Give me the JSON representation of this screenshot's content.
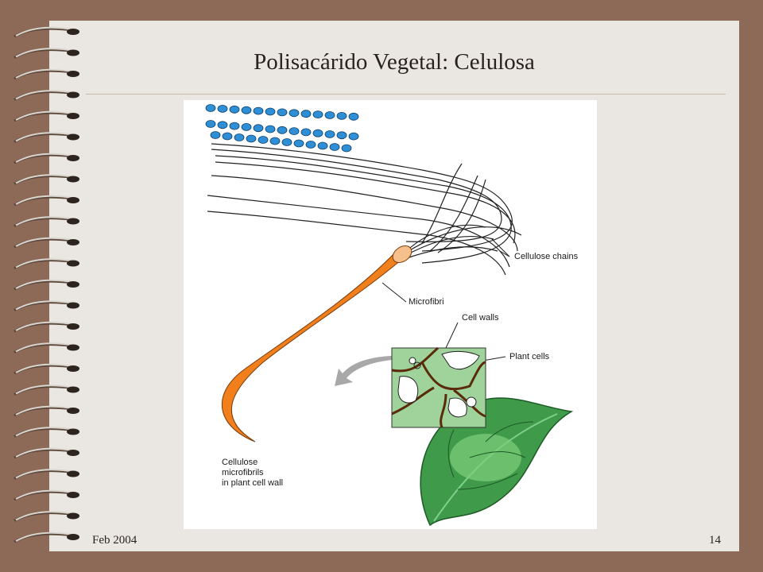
{
  "slide": {
    "title": "Polisacárido Vegetal: Celulosa",
    "footer_date": "Feb 2004",
    "page_number": "14"
  },
  "figure": {
    "labels": {
      "cellulose_chains": "Cellulose chains",
      "microfibril": "Microfibri",
      "cell_walls": "Cell walls",
      "plant_cells": "Plant cells",
      "caption": "Cellulose\nmicrofibrils\nin plant cell wall"
    }
  },
  "colors": {
    "background": "#8c6a57",
    "slide": "#eae7e2",
    "microfibril": "#f07f1c",
    "glucose_units": "#2f8fd6",
    "leaf": "#3f9a4a",
    "cell_inset": "#9fd39b",
    "arrow": "#a8a8a8"
  },
  "icons": [
    "spiral-binding-icon",
    "leaf-icon",
    "curved-arrow-icon"
  ]
}
